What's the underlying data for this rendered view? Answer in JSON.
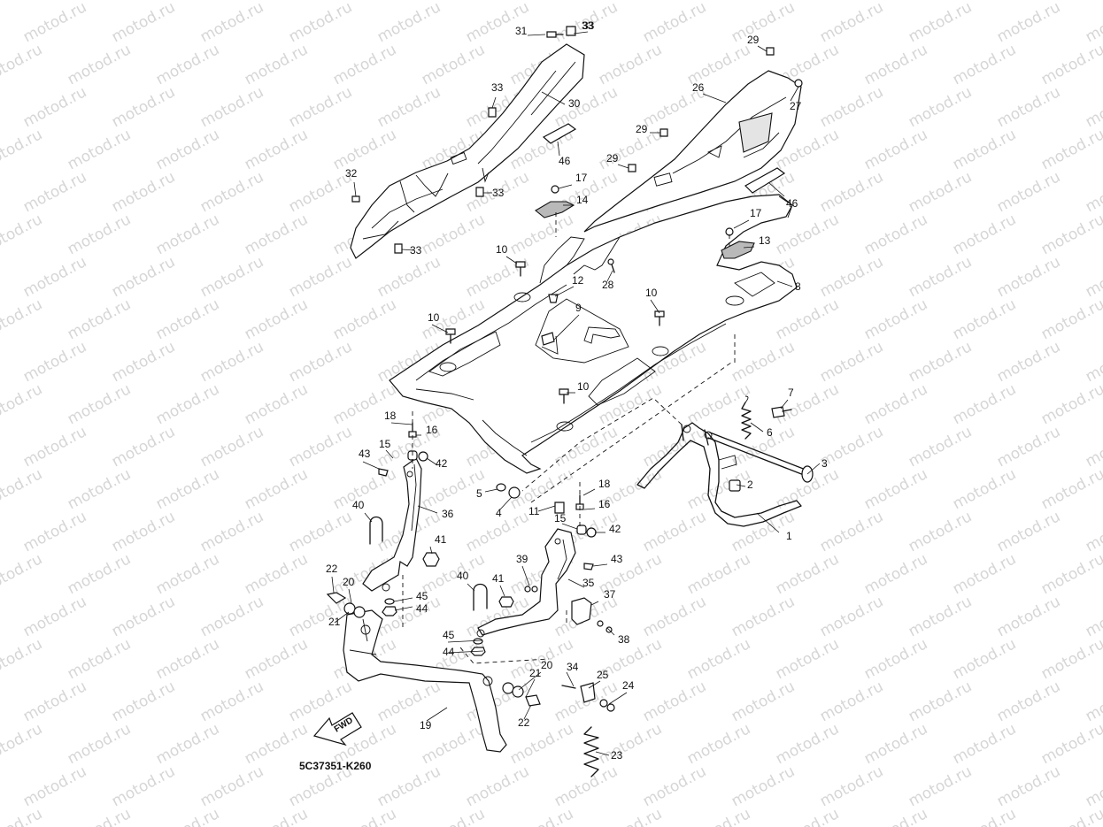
{
  "watermark_text": "motod.ru",
  "diagram_code": "5C37351-K260",
  "fwd_label": "FWD",
  "callout_labels": [
    "1",
    "2",
    "3",
    "4",
    "5",
    "6",
    "7",
    "8",
    "9",
    "10",
    "10",
    "10",
    "10",
    "11",
    "12",
    "13",
    "14",
    "15",
    "15",
    "16",
    "16",
    "17",
    "17",
    "18",
    "18",
    "19",
    "20",
    "20",
    "21",
    "21",
    "22",
    "22",
    "23",
    "24",
    "25",
    "26",
    "27",
    "28",
    "29",
    "29",
    "29",
    "30",
    "31",
    "32",
    "33",
    "33",
    "33",
    "33",
    "33",
    "34",
    "35",
    "36",
    "37",
    "38",
    "39",
    "40",
    "40",
    "41",
    "41",
    "42",
    "42",
    "43",
    "43",
    "44",
    "44",
    "45",
    "45",
    "46",
    "46"
  ],
  "colors": {
    "line": "#111111",
    "watermark": "#d6d6d6",
    "shade": "#b9b9b9",
    "background": "#ffffff"
  }
}
